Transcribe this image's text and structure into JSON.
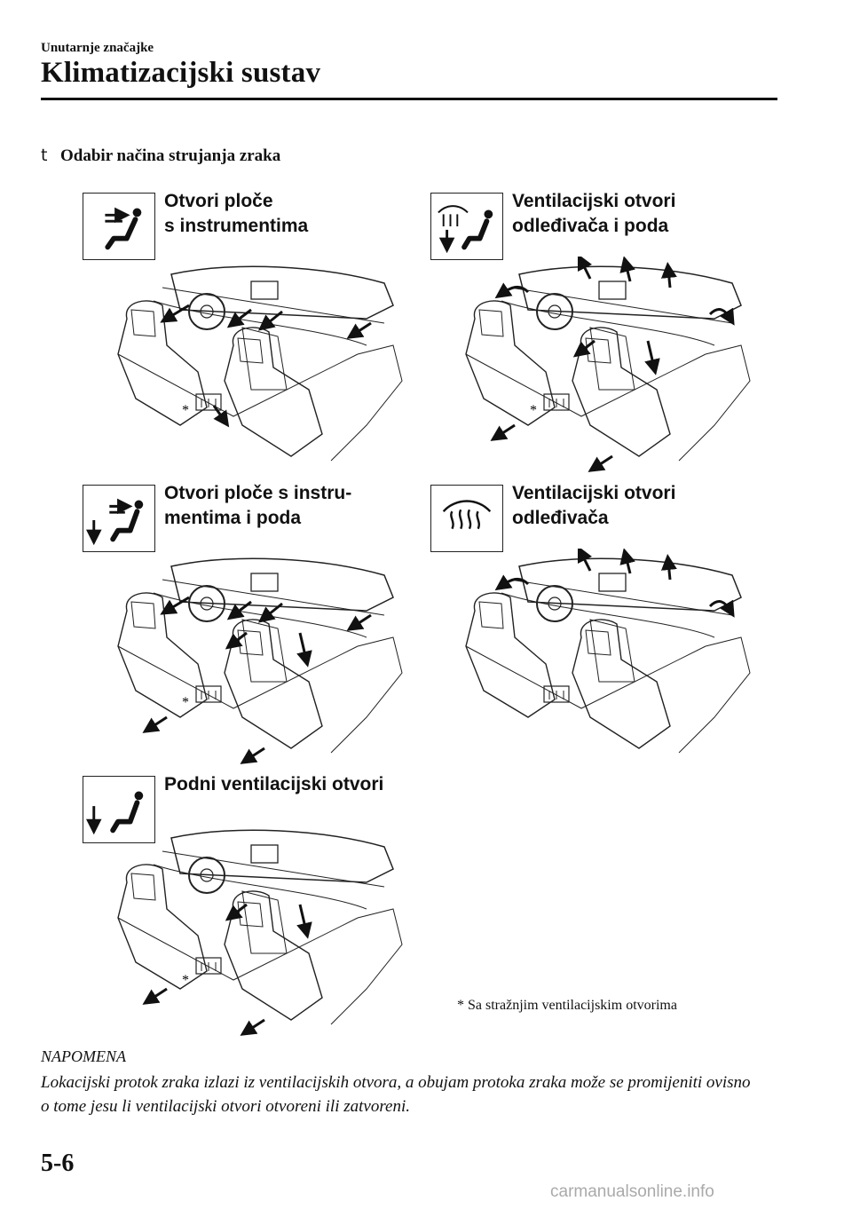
{
  "header": {
    "breadcrumb": "Unutarnje značajke",
    "title": "Klimatizacijski sustav"
  },
  "section": {
    "marker": "t",
    "title": "Odabir načina strujanja zraka"
  },
  "modes": [
    {
      "label": "Otvori ploče\ns instrumentima",
      "icon": "face-vent-icon"
    },
    {
      "label": "Ventilacijski otvori\nodleđivača i poda",
      "icon": "defrost-floor-vent-icon"
    },
    {
      "label": "Otvori ploče s instru-\nmentima i poda",
      "icon": "face-floor-vent-icon"
    },
    {
      "label": "Ventilacijski otvori\nodleđivača",
      "icon": "defrost-vent-icon"
    },
    {
      "label": "Podni ventilacijski otvori",
      "icon": "floor-vent-icon"
    }
  ],
  "asterisk": "*",
  "footnote": "* Sa stražnjim ventilacijskim otvorima",
  "note": {
    "title": "NAPOMENA",
    "text": "Lokacijski protok zraka izlazi iz ventilacijskih otvora, a obujam protoka zraka može se promijeniti ovisno o tome jesu li ventilacijski otvori otvoreni ili zatvoreni."
  },
  "page_number": "5-6",
  "watermark": "carmanualsonline.info"
}
